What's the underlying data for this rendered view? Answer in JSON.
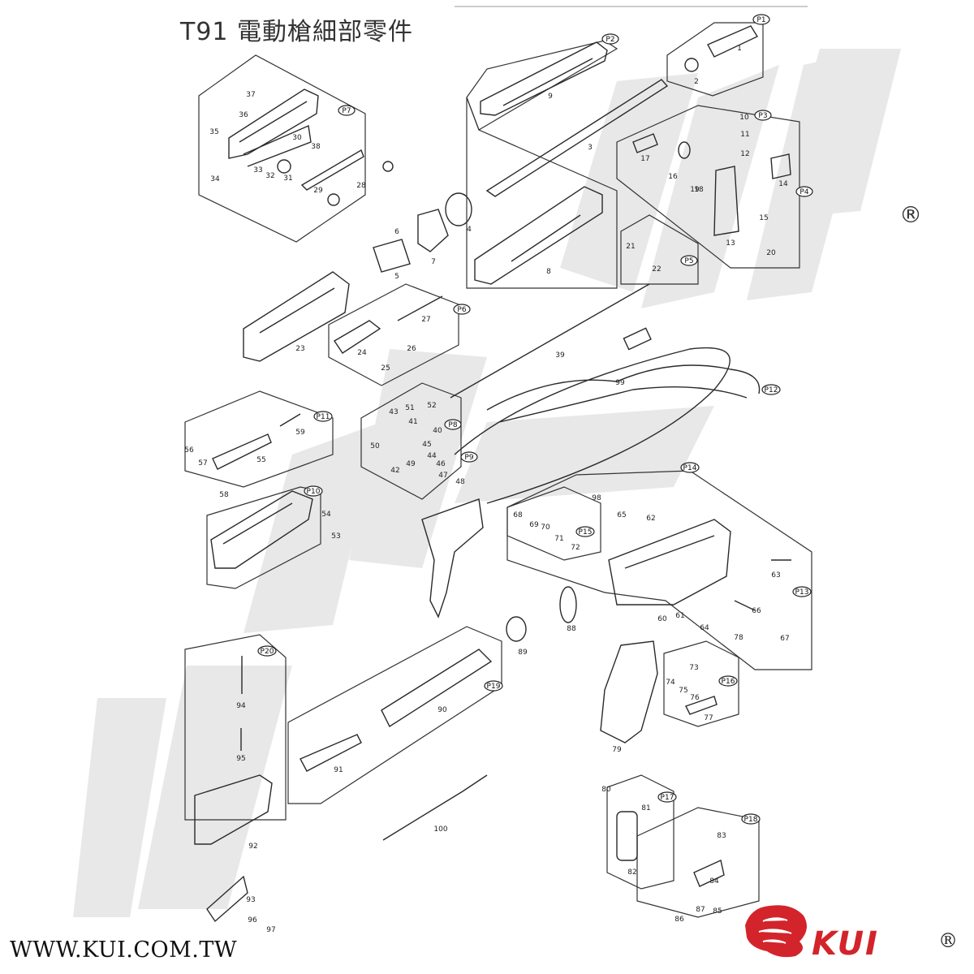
{
  "title": "T91 電動槍細部零件",
  "footer_url": "WWW.KUI.COM.TW",
  "brand": {
    "name": "KUI",
    "registered": "®",
    "accent_color": "#d3242b",
    "watermark_color": "#e6e6e6"
  },
  "registered_mark": "®",
  "group_tags": [
    "P1",
    "P2",
    "P3",
    "P4",
    "P5",
    "P6",
    "P7",
    "P8",
    "P9",
    "P10",
    "P11",
    "P12",
    "P13",
    "P14",
    "P15",
    "P16",
    "P17",
    "P18",
    "P19",
    "P20"
  ],
  "part_numbers": [
    "1",
    "2",
    "3",
    "4",
    "5",
    "6",
    "7",
    "8",
    "9",
    "10",
    "11",
    "12",
    "13",
    "14",
    "15",
    "16",
    "17",
    "18",
    "19",
    "20",
    "21",
    "22",
    "23",
    "24",
    "25",
    "26",
    "27",
    "28",
    "29",
    "30",
    "31",
    "32",
    "33",
    "34",
    "35",
    "36",
    "37",
    "38",
    "39",
    "40",
    "41",
    "42",
    "43",
    "44",
    "45",
    "46",
    "47",
    "48",
    "49",
    "50",
    "51",
    "52",
    "53",
    "54",
    "55",
    "56",
    "57",
    "58",
    "59",
    "60",
    "61",
    "62",
    "63",
    "64",
    "65",
    "66",
    "67",
    "68",
    "69",
    "70",
    "71",
    "72",
    "73",
    "74",
    "75",
    "76",
    "77",
    "78",
    "79",
    "80",
    "81",
    "82",
    "83",
    "84",
    "85",
    "86",
    "87",
    "88",
    "89",
    "90",
    "91",
    "92",
    "93",
    "94",
    "95",
    "96",
    "97",
    "98",
    "99",
    "100"
  ]
}
